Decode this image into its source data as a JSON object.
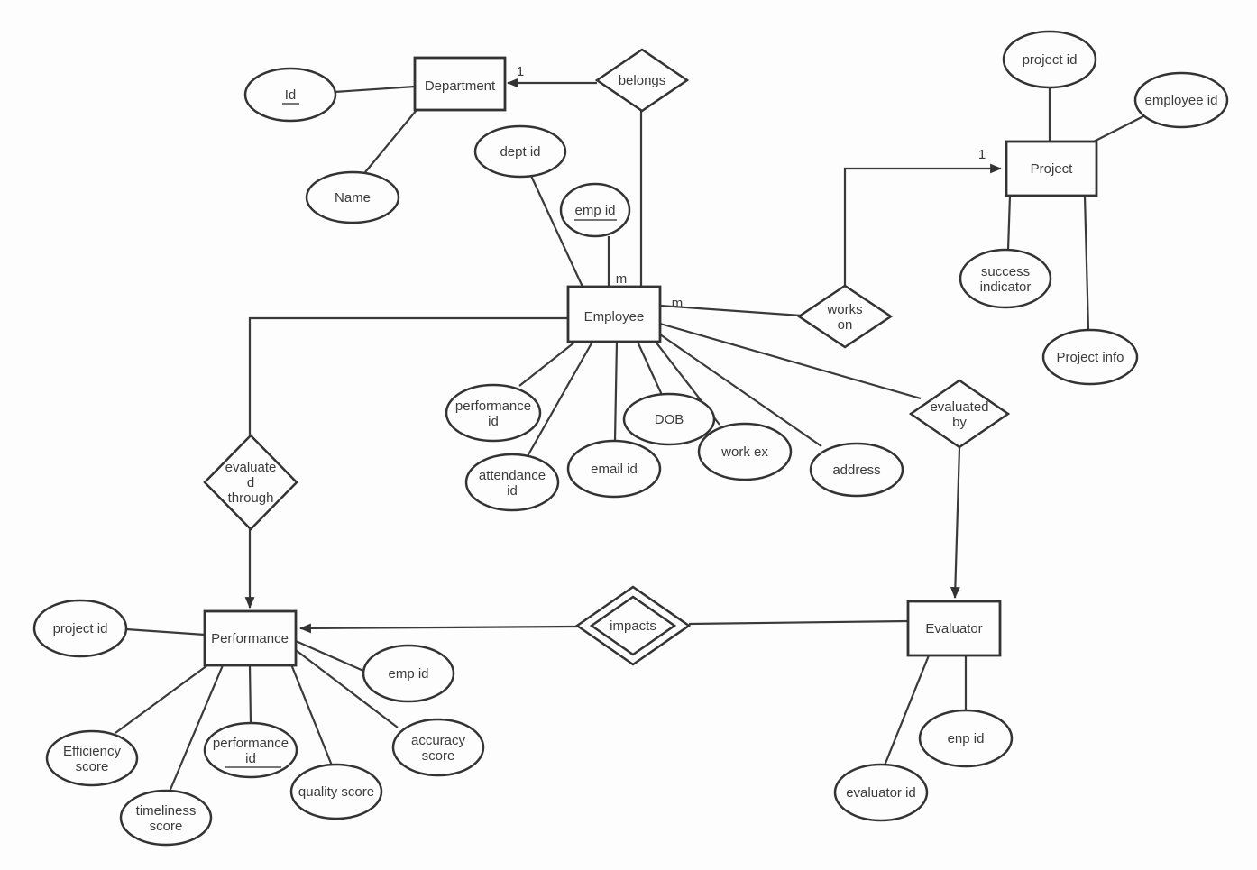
{
  "colors": {
    "stroke": "#333333",
    "text": "#3b3b3b",
    "background": "#fdfdfd"
  },
  "entities": [
    {
      "label": "Department",
      "attributes": [
        {
          "label": "Id",
          "primary_key": true
        },
        {
          "label": "Name",
          "primary_key": false
        }
      ]
    },
    {
      "label": "Employee",
      "attributes": [
        {
          "label": "dept id",
          "primary_key": false
        },
        {
          "label": "emp id",
          "primary_key": true
        },
        {
          "label": "performance id",
          "lines": [
            "performance",
            "id"
          ],
          "primary_key": false
        },
        {
          "label": "attendance id",
          "lines": [
            "attendance",
            "id"
          ],
          "primary_key": false
        },
        {
          "label": "email id",
          "primary_key": false
        },
        {
          "label": "DOB",
          "primary_key": false
        },
        {
          "label": "work ex",
          "primary_key": false
        },
        {
          "label": "address",
          "primary_key": false
        }
      ]
    },
    {
      "label": "Project",
      "attributes": [
        {
          "label": "project id",
          "primary_key": false
        },
        {
          "label": "employee id",
          "primary_key": false
        },
        {
          "label": "success indicator",
          "lines": [
            "success",
            "indicator"
          ],
          "primary_key": false
        },
        {
          "label": "Project info",
          "primary_key": false
        }
      ]
    },
    {
      "label": "Performance",
      "attributes": [
        {
          "label": "project id",
          "primary_key": false
        },
        {
          "label": "Efficiency score",
          "lines": [
            "Efficiency",
            "score"
          ],
          "primary_key": false
        },
        {
          "label": "timeliness score",
          "lines": [
            "timeliness",
            "score"
          ],
          "primary_key": false
        },
        {
          "label": "performance id",
          "lines": [
            "performance",
            "id"
          ],
          "primary_key": true
        },
        {
          "label": "quality score",
          "primary_key": false
        },
        {
          "label": "accuracy score",
          "lines": [
            "accuracy",
            "score"
          ],
          "primary_key": false
        },
        {
          "label": "emp id",
          "primary_key": false
        }
      ]
    },
    {
      "label": "Evaluator",
      "attributes": [
        {
          "label": "enp id",
          "primary_key": false
        },
        {
          "label": "evaluator id",
          "primary_key": false
        }
      ]
    }
  ],
  "relationships": [
    {
      "label": "belongs",
      "lines": [
        "belongs"
      ],
      "between": [
        "Employee",
        "Department"
      ],
      "cardinalities": {
        "department": "1",
        "employee": "m"
      }
    },
    {
      "label": "works on",
      "lines": [
        "works",
        "on"
      ],
      "between": [
        "Employee",
        "Project"
      ],
      "cardinalities": {
        "employee": "m",
        "project": "1"
      }
    },
    {
      "label": "evaluated by",
      "lines": [
        "evaluated",
        "by"
      ],
      "between": [
        "Employee",
        "Evaluator"
      ],
      "cardinalities": {}
    },
    {
      "label": "evaluated through",
      "lines": [
        "evaluate",
        "d",
        "through"
      ],
      "between": [
        "Employee",
        "Performance"
      ],
      "cardinalities": {}
    },
    {
      "label": "impacts",
      "lines": [
        "impacts"
      ],
      "between": [
        "Evaluator",
        "Performance"
      ],
      "double_border": true,
      "cardinalities": {}
    }
  ]
}
